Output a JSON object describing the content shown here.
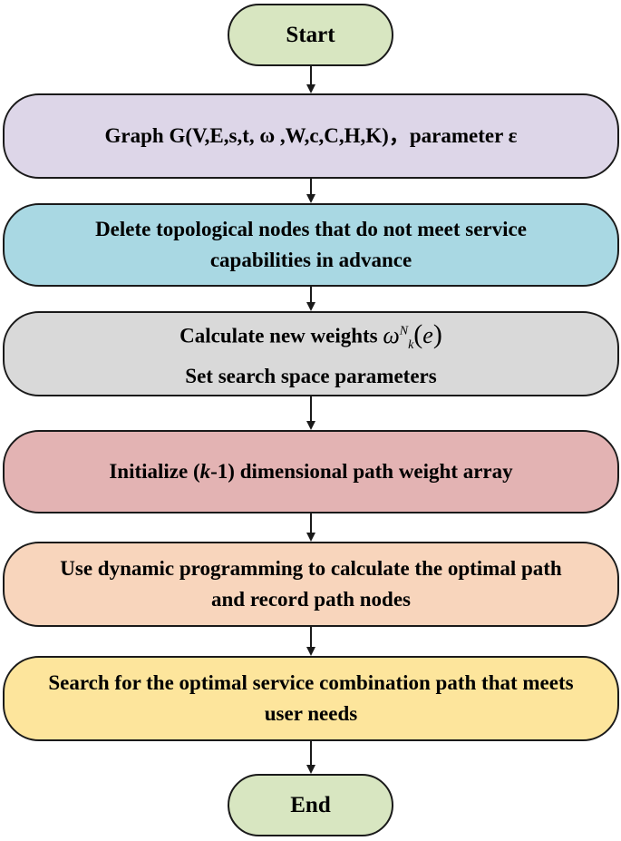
{
  "colors": {
    "terminal": "#d8e6c1",
    "graph": "#ddd6e8",
    "delete": "#a9d8e3",
    "calc": "#d9d9d9",
    "init": "#e3b3b3",
    "dp": "#f8d5bc",
    "search": "#fde59c",
    "stroke": "#1a1a1a"
  },
  "nodes": {
    "start": {
      "label": "Start"
    },
    "graph": {
      "label": "Graph G(V,E,s,t, ω ,W,c,C,H,K)，parameter ε"
    },
    "delete": {
      "line1": "Delete topological nodes that do not meet service",
      "line2": "capabilities in advance"
    },
    "calc": {
      "line1_text": "Calculate new weights",
      "symbol": "ω",
      "subscript": "k",
      "superscript": "N",
      "argument": "e",
      "line2": "Set search space parameters"
    },
    "init": {
      "pre": "Initialize (",
      "var": "k",
      "post": "-1) dimensional path weight array"
    },
    "dp": {
      "line1": "Use dynamic programming to calculate the optimal path",
      "line2": "and record path nodes"
    },
    "search": {
      "line1": "Search for the optimal service combination path that meets",
      "line2": "user needs"
    },
    "end": {
      "label": "End"
    }
  }
}
